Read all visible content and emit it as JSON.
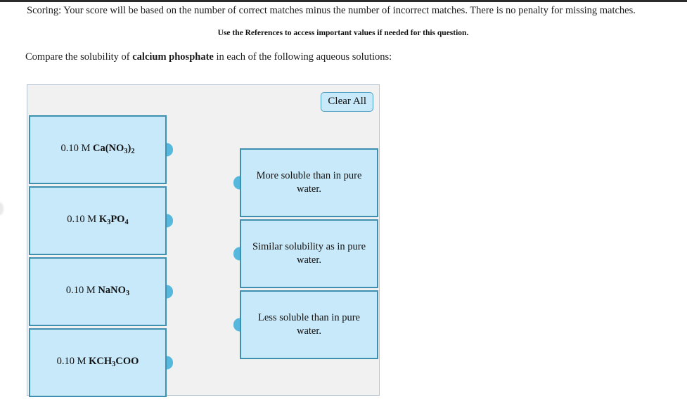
{
  "instructions": {
    "scoring": "Scoring: Your score will be based on the number of correct matches minus the number of incorrect matches. There is no penalty for missing matches.",
    "references": "Use the References to access important values if needed for this question.",
    "prompt_prefix": "Compare the solubility of ",
    "prompt_subject": "calcium phosphate",
    "prompt_suffix": " in each of the following aqueous solutions:"
  },
  "widget": {
    "clear_all_label": "Clear All",
    "sources": [
      {
        "concentration": "0.10 M ",
        "formula_html": "Ca(NO<sub>3</sub>)<sub>2</sub>",
        "plain": "0.10 M Ca(NO3)2"
      },
      {
        "concentration": "0.10 M ",
        "formula_html": "K<sub>3</sub>PO<sub>4</sub>",
        "plain": "0.10 M K3PO4"
      },
      {
        "concentration": "0.10 M ",
        "formula_html": "NaNO<sub>3</sub>",
        "plain": "0.10 M NaNO3"
      },
      {
        "concentration": "0.10 M ",
        "formula_html": "KCH<sub>3</sub>COO",
        "plain": "0.10 M KCH3COO"
      }
    ],
    "targets": [
      {
        "label": "More soluble than in pure water."
      },
      {
        "label": "Similar solubility as in pure water."
      },
      {
        "label": "Less soluble than in pure water."
      }
    ]
  },
  "colors": {
    "tile_fill": "#c8e9fa",
    "tile_border": "#3d90b0",
    "nub": "#56b8dd",
    "panel_bg": "#f1f1f1",
    "panel_border": "#b7c6d2"
  }
}
